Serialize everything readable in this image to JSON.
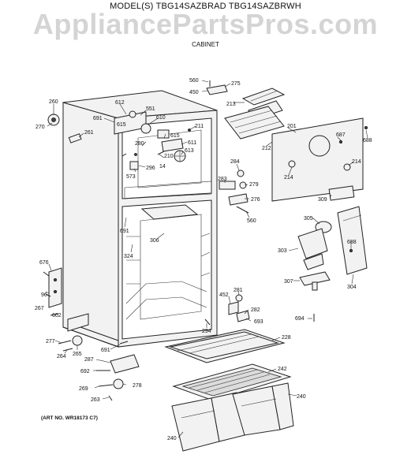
{
  "header": {
    "model": "MODEL(S) TBG14SAZBRAD  TBG14SAZBRWH",
    "section": "CABINET",
    "watermark": "AppliancePartsPros.com"
  },
  "footer": {
    "art_number": "(ART NO. WR18173 C7)"
  },
  "callouts": [
    "560",
    "275",
    "450",
    "213",
    "260",
    "270",
    "612",
    "551",
    "691",
    "615",
    "610",
    "211",
    "261",
    "201",
    "687",
    "688",
    "280",
    "615",
    "611",
    "210",
    "296",
    "14",
    "613",
    "573",
    "212",
    "284",
    "214",
    "214",
    "283",
    "279",
    "276",
    "560",
    "309",
    "305",
    "691",
    "306",
    "324",
    "688",
    "303",
    "676",
    "96",
    "267",
    "602",
    "307",
    "304",
    "452",
    "281",
    "282",
    "693",
    "694",
    "294",
    "277",
    "264",
    "265",
    "691",
    "228",
    "287",
    "692",
    "242",
    "269",
    "278",
    "263",
    "240",
    "240"
  ]
}
